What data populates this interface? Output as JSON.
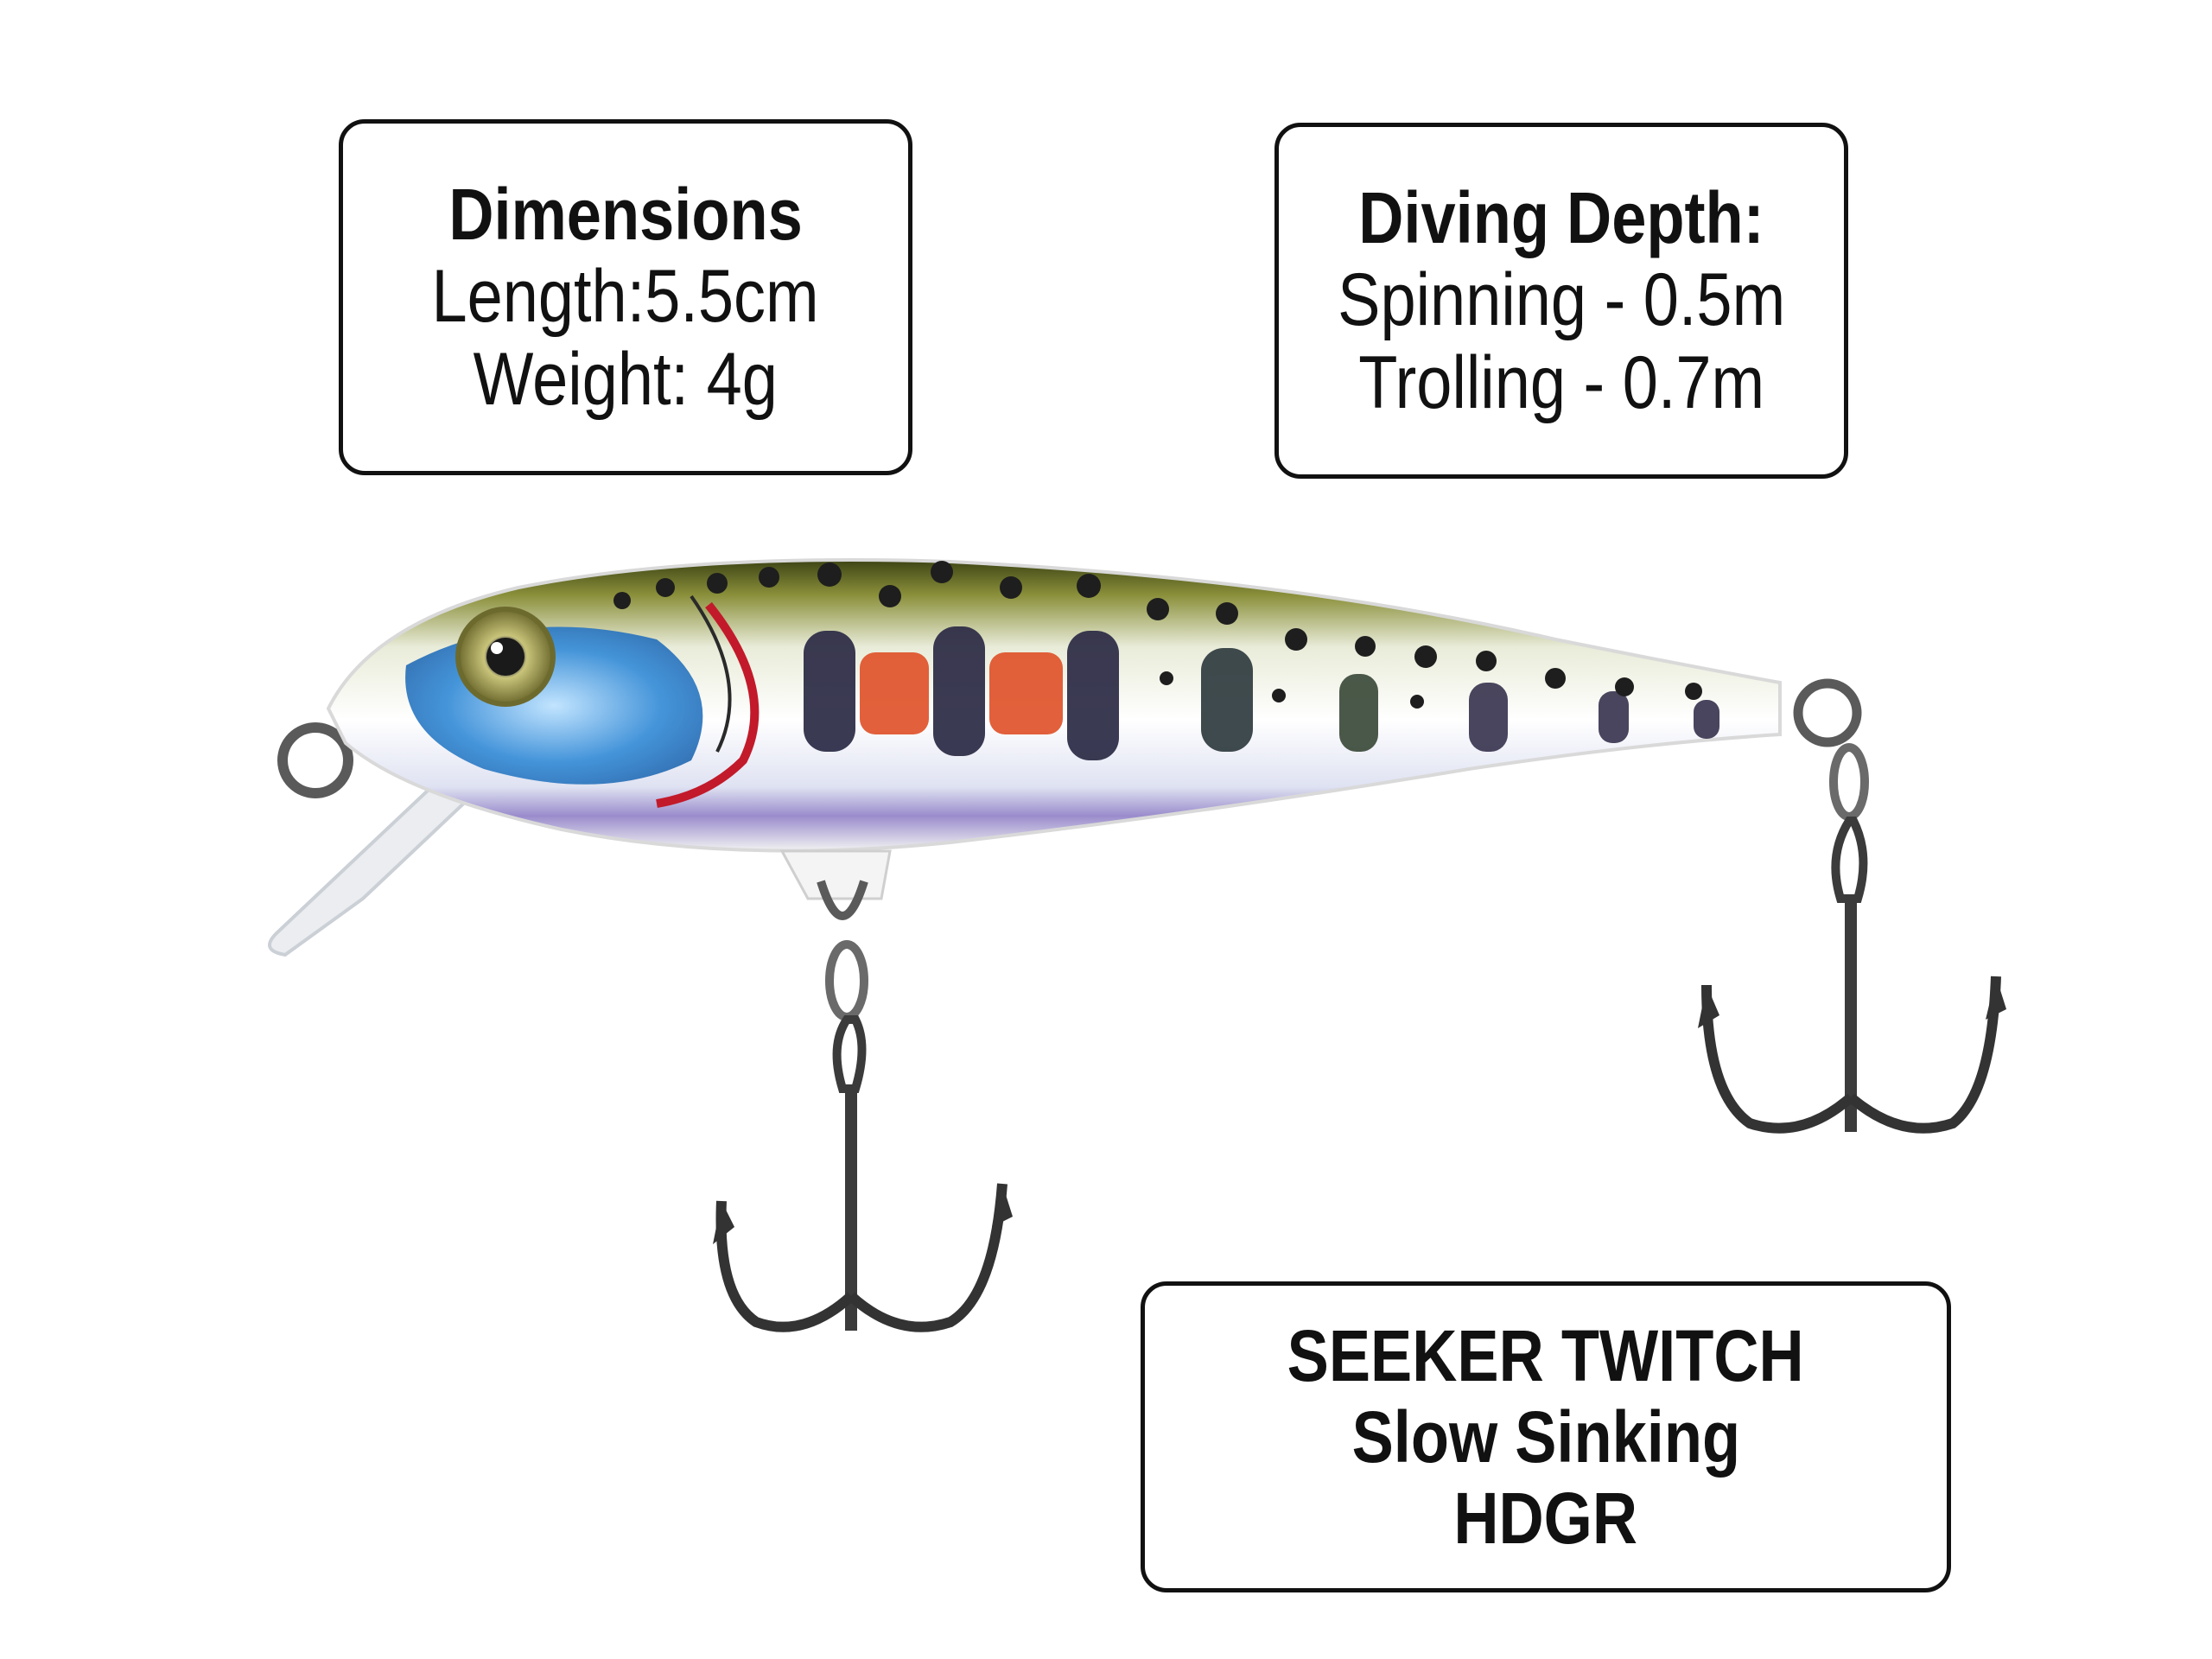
{
  "dimensions": {
    "title": "Dimensions",
    "length": "Length:5.5cm",
    "weight": "Weight: 4g"
  },
  "diving_depth": {
    "title": "Diving Depth:",
    "spinning": "Spinning - 0.5m",
    "trolling": "Trolling - 0.7m"
  },
  "product": {
    "name": "SEEKER TWITCH",
    "type": "Slow Sinking",
    "color_code": "HDGR"
  },
  "colors": {
    "border": "#111111",
    "text": "#111111",
    "lure_back": "#6f7a2a",
    "lure_belly": "#ff7a10",
    "lure_gill_blue": "#3b8fd8",
    "lure_bar_red": "#e0532b"
  }
}
